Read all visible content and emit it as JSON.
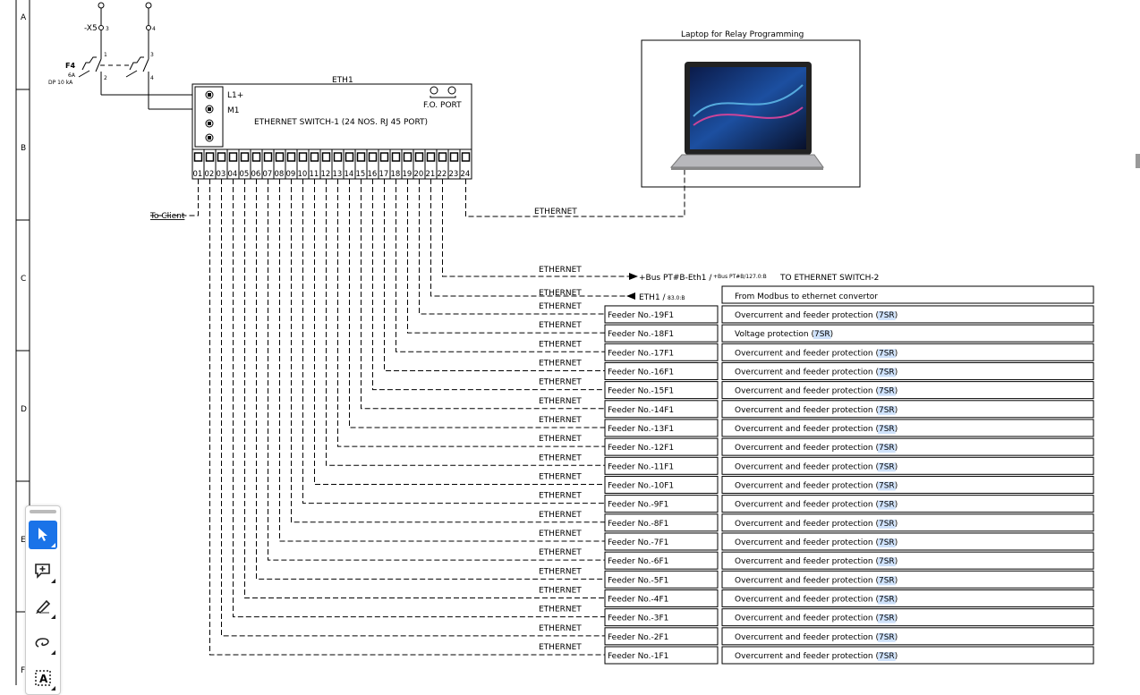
{
  "frame": {
    "rows": [
      "A",
      "B",
      "C",
      "D",
      "E",
      "F"
    ]
  },
  "power": {
    "terminal": "-X5",
    "t3": "3",
    "t4": "4",
    "b1": "1",
    "b2": "2",
    "b3": "3",
    "b4": "4",
    "breaker": "F4",
    "rating": "6A",
    "breaking": "DP 10 kA"
  },
  "switch": {
    "tag": "ETH1",
    "l1": "L1+",
    "m1": "M1",
    "title": "ETHERNET SWITCH-1 (24 NOS. RJ 45 PORT)",
    "fo_port": "F.O. PORT",
    "ports": [
      "01",
      "02",
      "03",
      "04",
      "05",
      "06",
      "07",
      "08",
      "09",
      "10",
      "11",
      "12",
      "13",
      "14",
      "15",
      "16",
      "17",
      "18",
      "19",
      "20",
      "21",
      "22",
      "23",
      "24"
    ]
  },
  "laptop": {
    "title": "Laptop for Relay Programming"
  },
  "cable_label": "ETHERNET",
  "to_client": "To Client",
  "link_switch2": {
    "ref": "+Bus PT#B-Eth1 /",
    "subref": "+Bus PT#B/127.0:B",
    "dest": "TO ETHERNET SWITCH-2"
  },
  "link_modbus": {
    "ref": "ETH1 /",
    "subref": "83.0:B",
    "desc": "From Modbus to ethernet convertor"
  },
  "feeders": [
    {
      "name": "Feeder No.-19F1",
      "desc": "Overcurrent and feeder protection (",
      "hl": "7SR",
      ")": ")"
    },
    {
      "name": "Feeder No.-18F1",
      "desc": "Voltage protection (",
      "hl": "7SR"
    },
    {
      "name": "Feeder No.-17F1",
      "desc": "Overcurrent and feeder protection (",
      "hl": "7SR"
    },
    {
      "name": "Feeder No.-16F1",
      "desc": "Overcurrent and feeder protection (",
      "hl": "7SR"
    },
    {
      "name": "Feeder No.-15F1",
      "desc": "Overcurrent and feeder protection (",
      "hl": "7SR"
    },
    {
      "name": "Feeder No.-14F1",
      "desc": "Overcurrent and feeder protection (",
      "hl": "7SR"
    },
    {
      "name": "Feeder No.-13F1",
      "desc": "Overcurrent and feeder protection (",
      "hl": "7SR"
    },
    {
      "name": "Feeder No.-12F1",
      "desc": "Overcurrent and feeder protection (",
      "hl": "7SR"
    },
    {
      "name": "Feeder No.-11F1",
      "desc": "Overcurrent and feeder protection (",
      "hl": "7SR"
    },
    {
      "name": "Feeder No.-10F1",
      "desc": "Overcurrent and feeder protection (",
      "hl": "7SR"
    },
    {
      "name": "Feeder No.-9F1",
      "desc": "Overcurrent and feeder protection (",
      "hl": "7SR"
    },
    {
      "name": "Feeder No.-8F1",
      "desc": "Overcurrent and feeder protection (",
      "hl": "7SR"
    },
    {
      "name": "Feeder No.-7F1",
      "desc": "Overcurrent and feeder protection (",
      "hl": "7SR"
    },
    {
      "name": "Feeder No.-6F1",
      "desc": "Overcurrent and feeder protection (",
      "hl": "7SR"
    },
    {
      "name": "Feeder No.-5F1",
      "desc": "Overcurrent and feeder protection (",
      "hl": "7SR"
    },
    {
      "name": "Feeder No.-4F1",
      "desc": "Overcurrent and feeder protection (",
      "hl": "7SR"
    },
    {
      "name": "Feeder No.-3F1",
      "desc": "Overcurrent and feeder protection (",
      "hl": "7SR"
    },
    {
      "name": "Feeder No.-2F1",
      "desc": "Overcurrent and feeder protection (",
      "hl": "7SR"
    },
    {
      "name": "Feeder No.-1F1",
      "desc": "Overcurrent and feeder protection (",
      "hl": "7SR"
    }
  ],
  "close_paren": ")",
  "colors": {
    "highlight": "#cfe2fb",
    "accent": "#1a73e8",
    "ink": "#000000"
  }
}
